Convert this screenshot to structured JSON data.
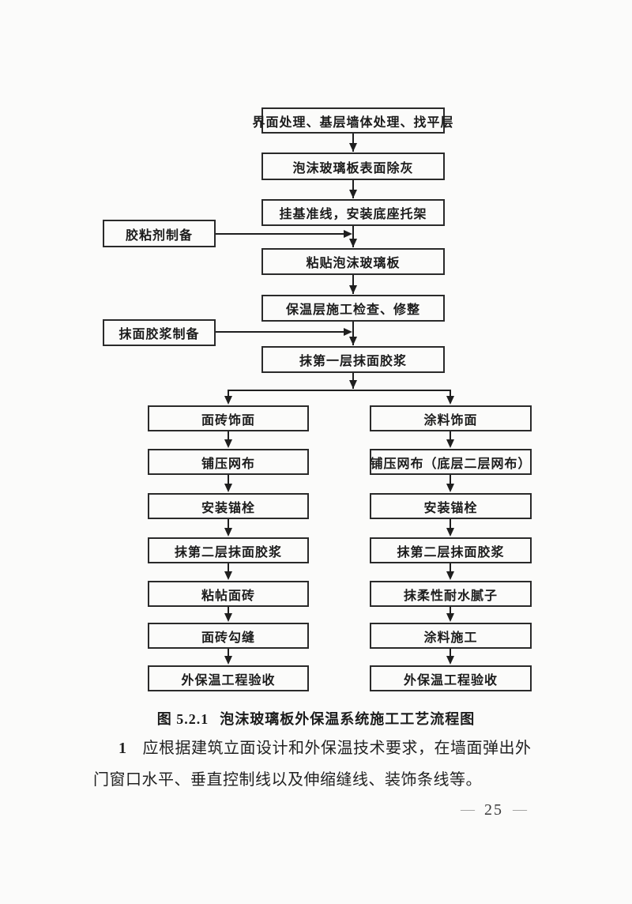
{
  "flowchart": {
    "main_steps": [
      "界面处理、基层墙体处理、找平层",
      "泡沫玻璃板表面除灰",
      "挂基准线，安装底座托架",
      "粘贴泡沫玻璃板",
      "保温层施工检查、修整",
      "抹第一层抹面胶浆"
    ],
    "side_inputs": [
      "胶粘剂制备",
      "抹面胶浆制备"
    ],
    "left_branch": [
      "面砖饰面",
      "铺压网布",
      "安装锚栓",
      "抹第二层抹面胶浆",
      "粘帖面砖",
      "面砖勾缝",
      "外保温工程验收"
    ],
    "right_branch": [
      "涂料饰面",
      "铺压网布（底层二层网布）",
      "安装锚栓",
      "抹第二层抹面胶浆",
      "抹柔性耐水腻子",
      "涂料施工",
      "外保温工程验收"
    ]
  },
  "figure_caption": {
    "label": "图 5.2.1",
    "title": "泡沫玻璃板外保温系统施工工艺流程图"
  },
  "body_text": {
    "item_number": "1",
    "line1": "应根据建筑立面设计和外保温技术要求，在墙面弹出外",
    "line2": "门窗口水平、垂直控制线以及伸缩缝线、装饰条线等。"
  },
  "page_footer": {
    "left_dash": "—",
    "page_number": "25",
    "right_dash": "—"
  },
  "colors": {
    "ink": "#1c1c1c",
    "box_border": "#2a2a2a",
    "page_bg": "#fbfbfa",
    "footer_dash": "#9a9a9a"
  }
}
